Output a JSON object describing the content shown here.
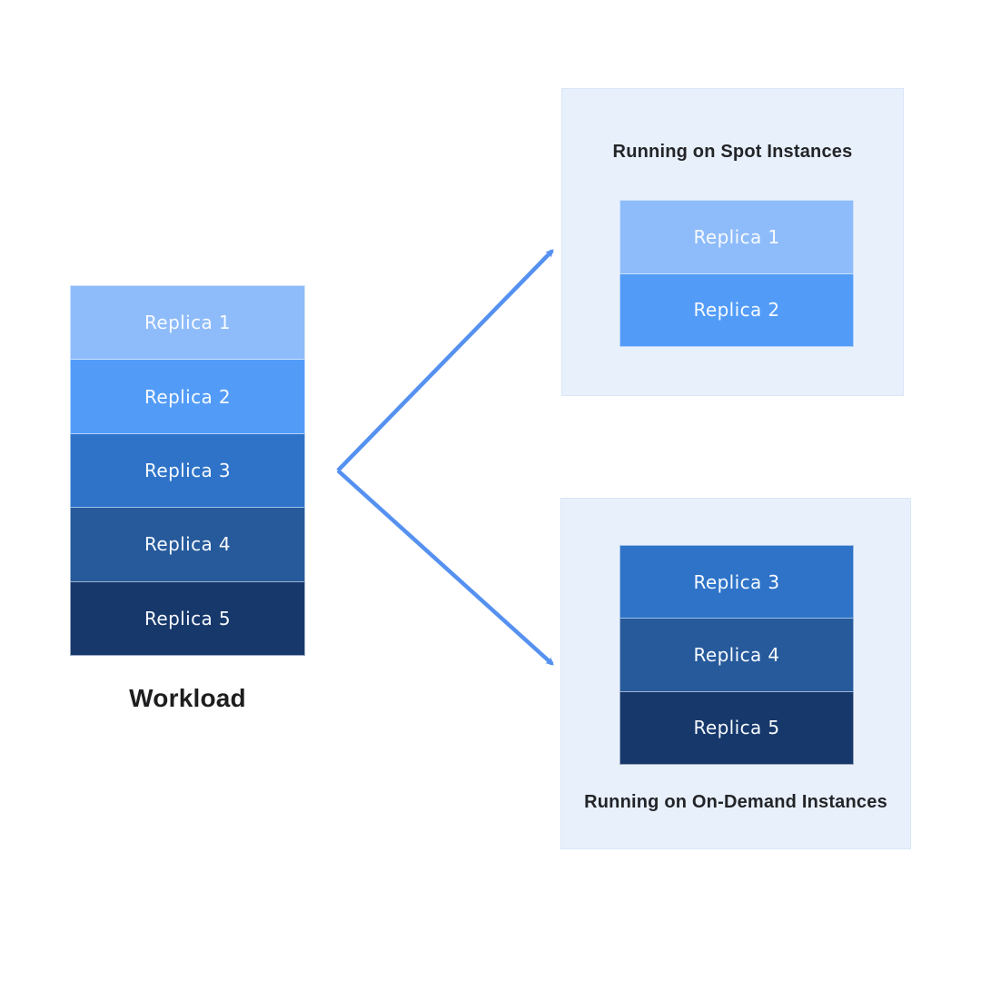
{
  "colors": {
    "panel_bg": "#e8f0fc",
    "panel_border": "#d9e6f8",
    "arrow": "#5591f0",
    "replica_label_text": "#f7faff",
    "title_text": "#232528",
    "replica1": "#8ebcfa",
    "replica2": "#529cf8",
    "replica3": "#2e73c8",
    "replica4": "#265a9b",
    "replica5": "#17386b"
  },
  "workload": {
    "caption": "Workload",
    "replicas": [
      {
        "label": "Replica 1",
        "color": "#8ebcfa"
      },
      {
        "label": "Replica 2",
        "color": "#529cf8"
      },
      {
        "label": "Replica 3",
        "color": "#2e73c8"
      },
      {
        "label": "Replica 4",
        "color": "#265a9b"
      },
      {
        "label": "Replica 5",
        "color": "#17386b"
      }
    ]
  },
  "spot_panel": {
    "title": "Running on Spot Instances",
    "replicas": [
      {
        "label": "Replica 1",
        "color": "#8ebcfa"
      },
      {
        "label": "Replica 2",
        "color": "#529cf8"
      }
    ]
  },
  "ondemand_panel": {
    "title": "Running on On-Demand Instances",
    "replicas": [
      {
        "label": "Replica 3",
        "color": "#2e73c8"
      },
      {
        "label": "Replica 4",
        "color": "#265a9b"
      },
      {
        "label": "Replica 5",
        "color": "#17386b"
      }
    ]
  }
}
